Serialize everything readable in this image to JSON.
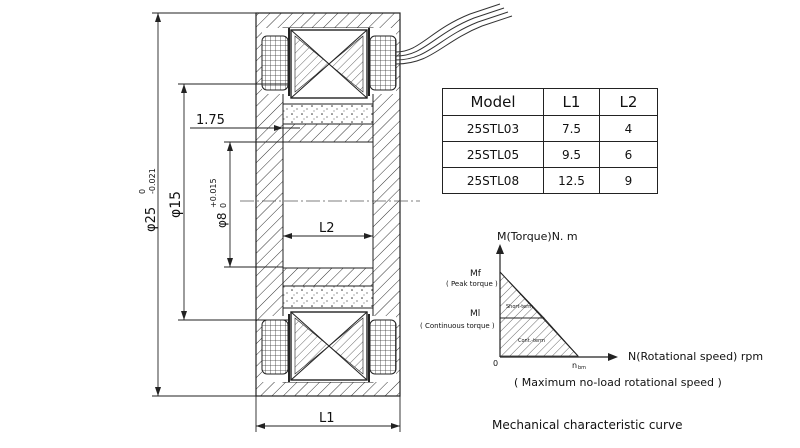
{
  "drawing": {
    "dims": {
      "outer_diameter": "φ25",
      "outer_tol_upper": "0",
      "outer_tol_lower": "-0.021",
      "bore_15": "φ15",
      "bore_8": "φ8",
      "bore_8_tol_upper": "+0.015",
      "bore_8_tol_lower": "0",
      "gap": "1.75",
      "l1": "L1",
      "l2": "L2"
    }
  },
  "spec_table": {
    "headers": [
      "Model",
      "L1",
      "L2"
    ],
    "rows": [
      [
        "25STL03",
        "7.5",
        "4"
      ],
      [
        "25STL05",
        "9.5",
        "6"
      ],
      [
        "25STL08",
        "12.5",
        "9"
      ]
    ]
  },
  "curve": {
    "y_axis_label": "M(Torque)N. m",
    "x_axis_label": "N(Rotational speed) rpm",
    "mf_label": "Mf",
    "mf_sub": "( Peak torque )",
    "ml_label": "Ml",
    "ml_sub": "( Continuous torque )",
    "origin": "0",
    "nbm_label": "n",
    "nbm_sub": "bm",
    "nbm_note": "( Maximum no-load rotational speed )",
    "zone_short": "Short-term",
    "zone_cont": "Cont.-term",
    "caption": "Mechanical characteristic curve"
  }
}
